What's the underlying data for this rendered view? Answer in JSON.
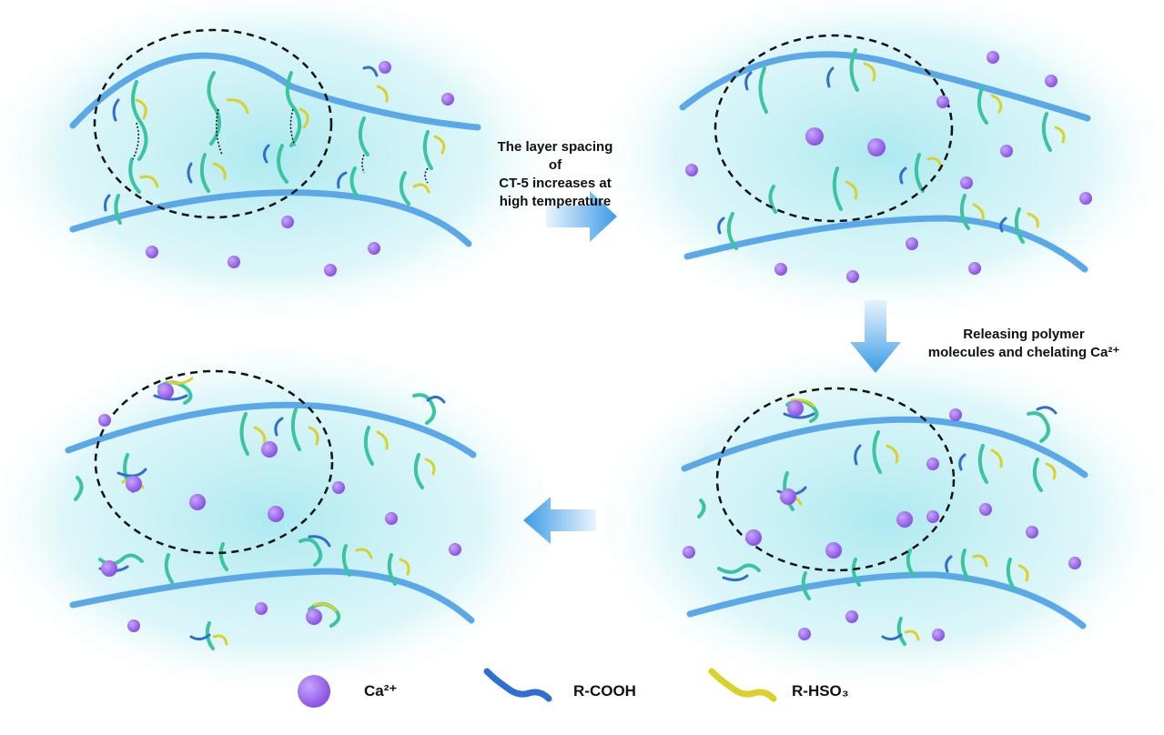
{
  "steps": {
    "step1_label": [
      "The layer spacing of",
      "CT-5 increases at",
      "high temperature"
    ],
    "step2_label": [
      "Releasing polymer",
      "molecules and chelating Ca²⁺"
    ]
  },
  "legend": {
    "ca": "Ca²⁺",
    "cooh": "R-COOH",
    "hso3": "R-HSO₃"
  },
  "colors": {
    "clay": "#5aa8e8",
    "cooh": "#2e6fd0",
    "hso3": "#d8d22a",
    "chain": "#3cc4a0",
    "ca": "#9a63e8",
    "arrow": "#3b9be6",
    "background": "#bfeef3"
  }
}
